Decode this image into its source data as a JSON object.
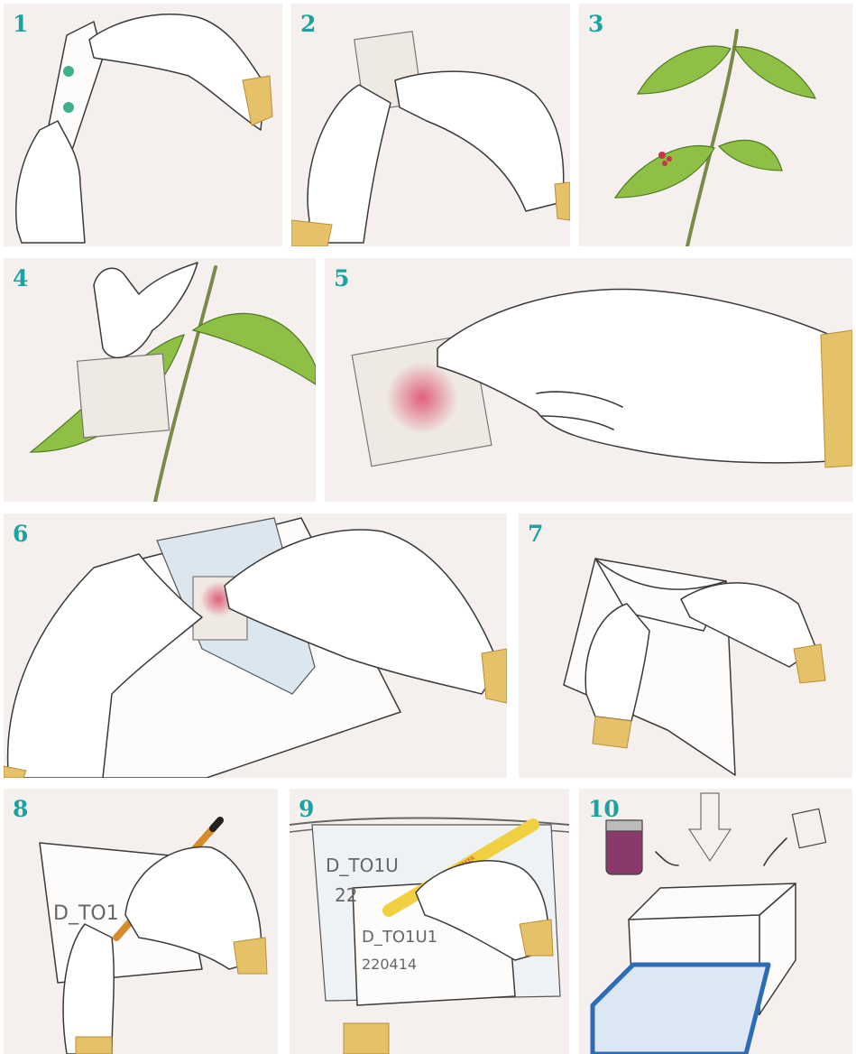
{
  "panels": [
    {
      "number": "1"
    },
    {
      "number": "2"
    },
    {
      "number": "3"
    },
    {
      "number": "4"
    },
    {
      "number": "5"
    },
    {
      "number": "6"
    },
    {
      "number": "7"
    },
    {
      "number": "8",
      "written": "D_TO1"
    },
    {
      "number": "9",
      "written_top": "D_TO1U",
      "written_top2": "22",
      "written_label": "D_TO1U1",
      "written_date": "220414",
      "marker_text": "PERMANENT MARKER"
    },
    {
      "number": "10"
    }
  ],
  "colors": {
    "number": "#1aa3a0",
    "background": "#f5f0ee",
    "glove_cuff": "#e5c26a",
    "leaf": "#8fbf45",
    "stain": "#e0607a",
    "box_lid": "#2b6cb5"
  }
}
